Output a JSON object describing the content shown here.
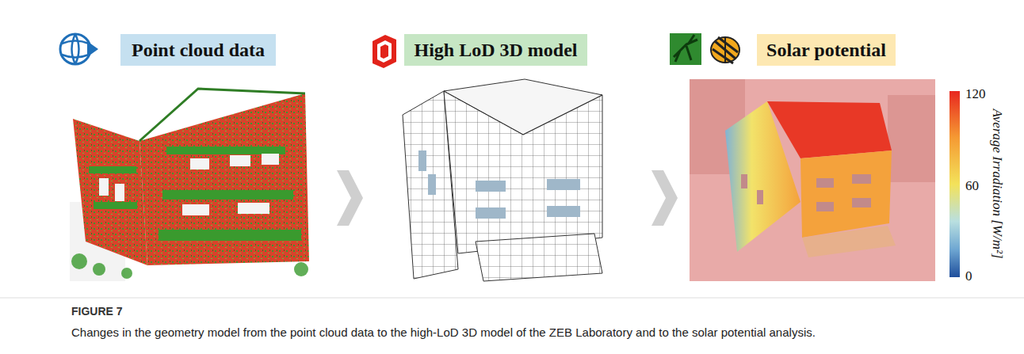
{
  "diagram": {
    "caption": "Changes in the geometry model from the point cloud data to the high-LoD 3D model of the ZEB Laboratory and to the solar potential analysis.",
    "nodes": [
      {
        "text": [
          "Point cloud data"
        ]
      },
      {
        "text": [
          "High LoD 3D model"
        ]
      },
      {
        "text": [
          "Solar potential"
        ]
      }
    ],
    "labels": [
      "120",
      "60",
      "0",
      "Average Irradiation [W/m²]",
      "FIGURE 7"
    ]
  }
}
